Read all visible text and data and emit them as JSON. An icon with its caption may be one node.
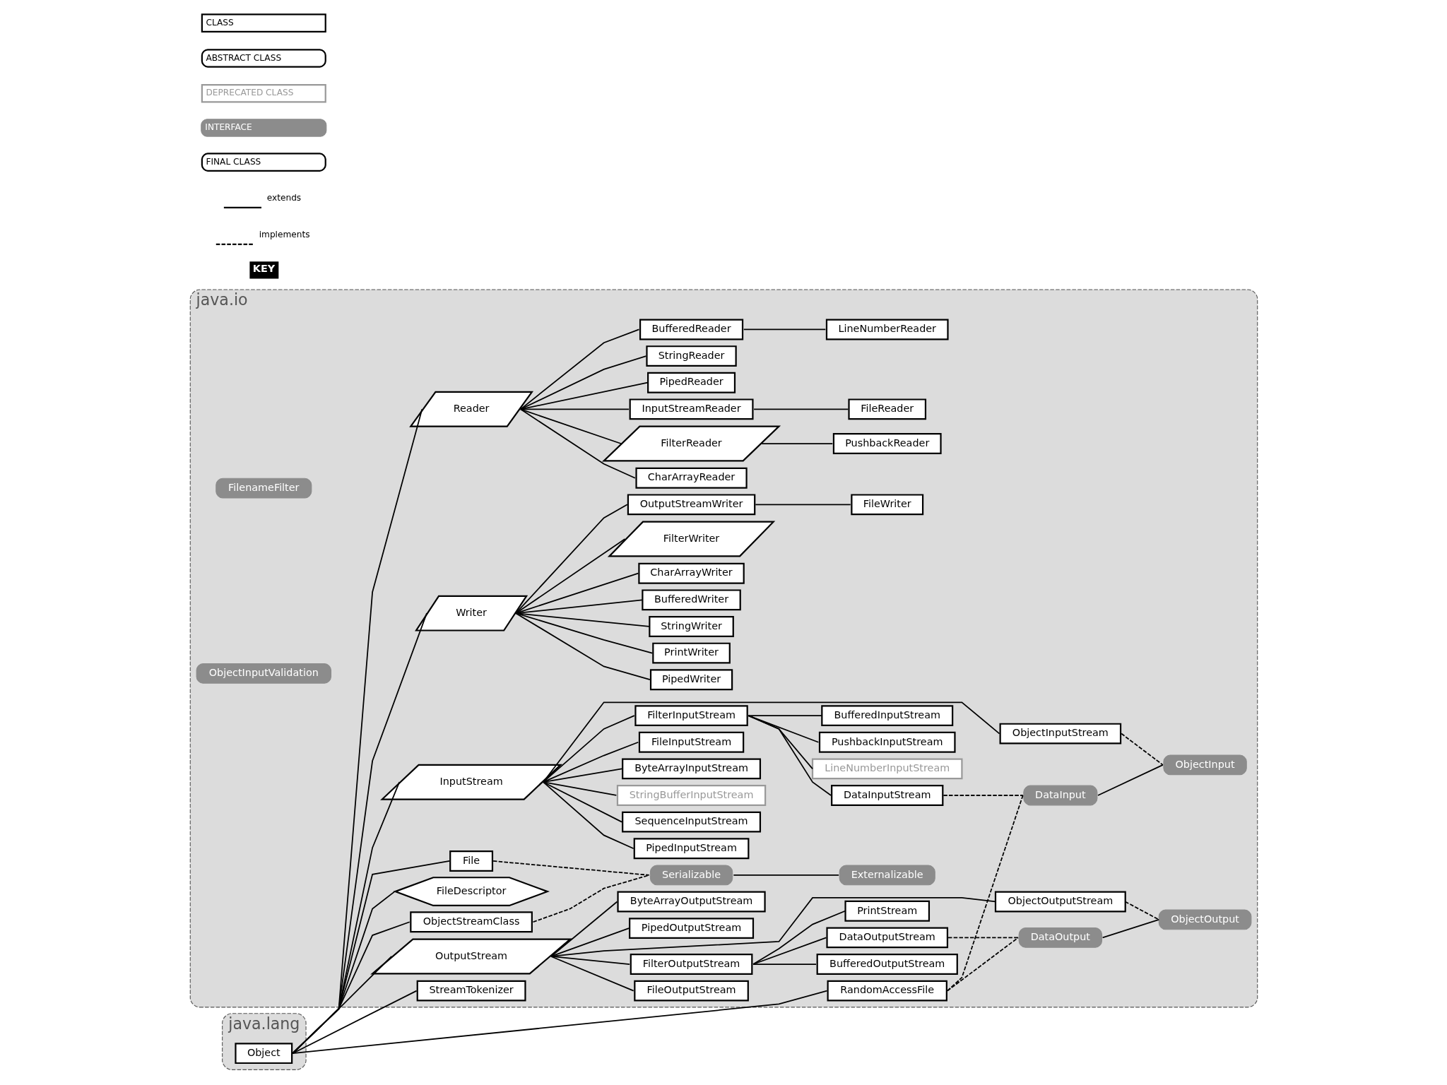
{
  "diagram": {
    "nodes": [
      {
        "text": [
          "java.lang"
        ]
      },
      {
        "text": [
          "Object"
        ],
        "in": 0
      },
      {
        "text": [
          "java.io"
        ]
      },
      {
        "text": [
          "InputStream"
        ],
        "in": 2
      },
      {
        "text": [
          "File"
        ],
        "in": 2
      },
      {
        "text": [
          "FilenameFilter"
        ],
        "in": 2
      },
      {
        "text": [
          "FileDescriptor"
        ],
        "in": 2
      },
      {
        "text": [
          "RandomAccessFile"
        ],
        "in": 2
      },
      {
        "text": [
          "OutputStream"
        ],
        "in": 2
      },
      {
        "text": [
          "ObjectStreamClass"
        ],
        "in": 2
      },
      {
        "text": [
          "StreamTokenizer"
        ],
        "in": 2
      },
      {
        "text": [
          "Reader"
        ],
        "in": 2
      },
      {
        "text": [
          "Writer"
        ],
        "in": 2
      },
      {
        "text": [
          "Serializable"
        ],
        "in": 2
      },
      {
        "text": [
          "Externalizable"
        ],
        "in": 2
      },
      {
        "text": [
          "ObjectInputValidation"
        ],
        "in": 2
      },
      {
        "text": [
          "ByteArrayInputStream"
        ],
        "in": 2
      },
      {
        "text": [
          "FileInputStream"
        ],
        "in": 2
      },
      {
        "text": [
          "FilterInputStream"
        ],
        "in": 2
      },
      {
        "text": [
          "ObjectInputStream"
        ],
        "in": 2
      },
      {
        "text": [
          "PipedInputStream"
        ],
        "in": 2
      },
      {
        "text": [
          "SequenceInputStream"
        ],
        "in": 2
      },
      {
        "text": [
          "StringBufferInputStream"
        ],
        "in": 2
      },
      {
        "text": [
          "ByteArrayOutputStream"
        ],
        "in": 2
      },
      {
        "text": [
          "FileOutputStream"
        ],
        "in": 2
      },
      {
        "text": [
          "FilterOutputStream"
        ],
        "in": 2
      },
      {
        "text": [
          "ObjectOutputStream"
        ],
        "in": 2
      },
      {
        "text": [
          "PipedOutputStream"
        ],
        "in": 2
      },
      {
        "text": [
          "BufferedReader"
        ],
        "in": 2
      },
      {
        "text": [
          "CharArrayReader"
        ],
        "in": 2
      },
      {
        "text": [
          "FilterReader"
        ],
        "in": 2
      },
      {
        "text": [
          "InputStreamReader"
        ],
        "in": 2
      },
      {
        "text": [
          "PipedReader"
        ],
        "in": 2
      },
      {
        "text": [
          "StringReader"
        ],
        "in": 2
      },
      {
        "text": [
          "BufferedInputStream"
        ],
        "in": 2
      },
      {
        "text": [
          "DataInputStream"
        ],
        "in": 2
      },
      {
        "text": [
          "LineNumberInputStream"
        ],
        "in": 2
      },
      {
        "text": [
          "PushbackInputStream"
        ],
        "in": 2
      },
      {
        "text": [
          "DataInput"
        ],
        "in": 2
      },
      {
        "text": [
          "ObjectInput"
        ],
        "in": 2
      },
      {
        "text": [
          "DataOutput"
        ],
        "in": 2
      },
      {
        "text": [
          "ObjectOutput"
        ],
        "in": 2
      },
      {
        "text": [
          "BufferedOutputStream"
        ],
        "in": 2
      },
      {
        "text": [
          "DataOutputStream"
        ],
        "in": 2
      },
      {
        "text": [
          "PrintStream"
        ],
        "in": 2
      },
      {
        "text": [
          "LineNumberReader"
        ],
        "in": 2
      },
      {
        "text": [
          "PushbackReader"
        ],
        "in": 2
      },
      {
        "text": [
          "FileReader"
        ],
        "in": 2
      },
      {
        "text": [
          "BufferedWriter"
        ],
        "in": 2
      },
      {
        "text": [
          "CharArrayWriter"
        ],
        "in": 2
      },
      {
        "text": [
          "FilterWriter"
        ],
        "in": 2
      },
      {
        "text": [
          "OutputStreamWriter"
        ],
        "in": 2
      },
      {
        "text": [
          "PipedWriter"
        ],
        "in": 2
      },
      {
        "text": [
          "PrintWriter"
        ],
        "in": 2
      },
      {
        "text": [
          "StringWriter"
        ],
        "in": 2
      },
      {
        "text": [
          "FileWriter"
        ],
        "in": 2
      }
    ],
    "edges": [
      {
        "from": 1,
        "to": 3,
        "arrow": "none"
      },
      {
        "from": 1,
        "to": 4,
        "arrow": "none"
      },
      {
        "from": 1,
        "to": 6,
        "arrow": "none"
      },
      {
        "from": 1,
        "to": 7,
        "arrow": "none"
      },
      {
        "from": 1,
        "to": 8,
        "arrow": "none"
      },
      {
        "from": 1,
        "to": 9,
        "arrow": "none"
      },
      {
        "from": 1,
        "to": 10,
        "arrow": "none"
      },
      {
        "from": 1,
        "to": 11,
        "arrow": "none"
      },
      {
        "from": 1,
        "to": 12,
        "arrow": "none"
      },
      {
        "from": 3,
        "to": 16,
        "arrow": "none"
      },
      {
        "from": 3,
        "to": 17,
        "arrow": "none"
      },
      {
        "from": 3,
        "to": 18,
        "arrow": "none"
      },
      {
        "from": 3,
        "to": 19,
        "arrow": "none"
      },
      {
        "from": 3,
        "to": 20,
        "arrow": "none"
      },
      {
        "from": 3,
        "to": 21,
        "arrow": "none"
      },
      {
        "from": 3,
        "to": 22,
        "arrow": "none"
      },
      {
        "from": 18,
        "to": 34,
        "arrow": "none"
      },
      {
        "from": 18,
        "to": 35,
        "arrow": "none"
      },
      {
        "from": 18,
        "to": 36,
        "arrow": "none"
      },
      {
        "from": 18,
        "to": 37,
        "arrow": "none"
      },
      {
        "from": 8,
        "to": 23,
        "arrow": "none"
      },
      {
        "from": 8,
        "to": 24,
        "arrow": "none"
      },
      {
        "from": 8,
        "to": 25,
        "arrow": "none"
      },
      {
        "from": 8,
        "to": 26,
        "arrow": "none"
      },
      {
        "from": 8,
        "to": 27,
        "arrow": "none"
      },
      {
        "from": 25,
        "to": 42,
        "arrow": "none"
      },
      {
        "from": 25,
        "to": 43,
        "arrow": "none"
      },
      {
        "from": 25,
        "to": 44,
        "arrow": "none"
      },
      {
        "from": 11,
        "to": 28,
        "arrow": "none"
      },
      {
        "from": 11,
        "to": 29,
        "arrow": "none"
      },
      {
        "from": 11,
        "to": 30,
        "arrow": "none"
      },
      {
        "from": 11,
        "to": 31,
        "arrow": "none"
      },
      {
        "from": 11,
        "to": 32,
        "arrow": "none"
      },
      {
        "from": 11,
        "to": 33,
        "arrow": "none"
      },
      {
        "from": 28,
        "to": 45,
        "arrow": "none"
      },
      {
        "from": 30,
        "to": 46,
        "arrow": "none"
      },
      {
        "from": 31,
        "to": 47,
        "arrow": "none"
      },
      {
        "from": 12,
        "to": 48,
        "arrow": "none"
      },
      {
        "from": 12,
        "to": 49,
        "arrow": "none"
      },
      {
        "from": 12,
        "to": 50,
        "arrow": "none"
      },
      {
        "from": 12,
        "to": 51,
        "arrow": "none"
      },
      {
        "from": 12,
        "to": 52,
        "arrow": "none"
      },
      {
        "from": 12,
        "to": 53,
        "arrow": "none"
      },
      {
        "from": 12,
        "to": 54,
        "arrow": "none"
      },
      {
        "from": 51,
        "to": 55,
        "arrow": "none"
      },
      {
        "from": 13,
        "to": 14,
        "arrow": "none"
      },
      {
        "from": 38,
        "to": 39,
        "arrow": "none"
      },
      {
        "from": 40,
        "to": 41,
        "arrow": "none"
      },
      {
        "from": 35,
        "to": 38,
        "arrow": "none",
        "style": "dashed"
      },
      {
        "from": 19,
        "to": 39,
        "arrow": "none",
        "style": "dashed"
      },
      {
        "from": 7,
        "to": 38,
        "arrow": "none",
        "style": "dashed"
      },
      {
        "from": 7,
        "to": 40,
        "arrow": "none",
        "style": "dashed"
      },
      {
        "from": 43,
        "to": 40,
        "arrow": "none",
        "style": "dashed"
      },
      {
        "from": 26,
        "to": 41,
        "arrow": "none",
        "style": "dashed"
      },
      {
        "from": 4,
        "to": 13,
        "arrow": "none",
        "style": "dashed"
      },
      {
        "from": 9,
        "to": 13,
        "arrow": "none",
        "style": "dashed"
      }
    ],
    "labels": [
      "KEY"
    ],
    "legend": [
      {
        "text": "CLASS"
      },
      {
        "text": "ABSTRACT CLASS"
      },
      {
        "text": "DEPRECATED CLASS"
      },
      {
        "text": "INTERFACE"
      },
      {
        "text": "FINAL CLASS"
      },
      {
        "text": "extends"
      },
      {
        "text": "implements"
      }
    ]
  }
}
